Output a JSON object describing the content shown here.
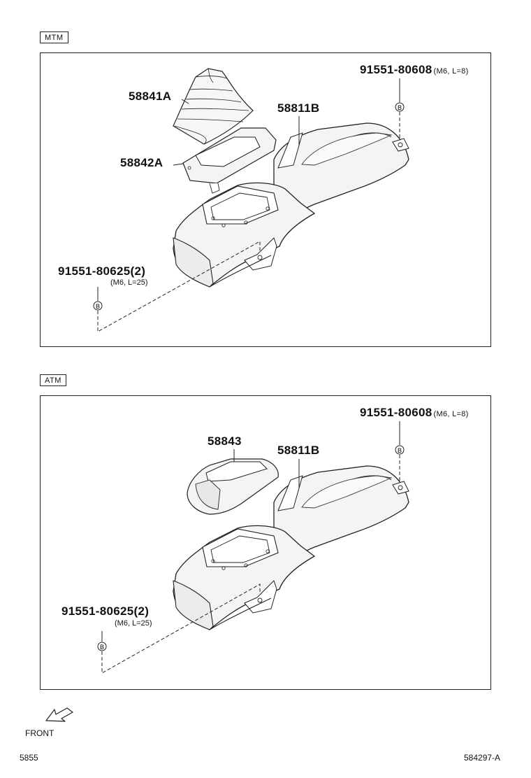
{
  "mtm": {
    "tag": "MTM",
    "boot_part": "58841A",
    "plate_part": "58842A",
    "console_part": "58811B",
    "rear_bolt": {
      "part": "91551-80608",
      "spec": "(M6, L=8)"
    },
    "front_bolt": {
      "part": "91551-80625(2)",
      "spec": "(M6, L=25)"
    },
    "callout_symbol": "B"
  },
  "atm": {
    "tag": "ATM",
    "cover_part": "58843",
    "console_part": "58811B",
    "rear_bolt": {
      "part": "91551-80608",
      "spec": "(M6, L=8)"
    },
    "front_bolt": {
      "part": "91551-80625(2)",
      "spec": "(M6, L=25)"
    },
    "callout_symbol": "B"
  },
  "footer": {
    "front_label": "FRONT",
    "left_code": "5855",
    "right_code": "584297-A"
  }
}
